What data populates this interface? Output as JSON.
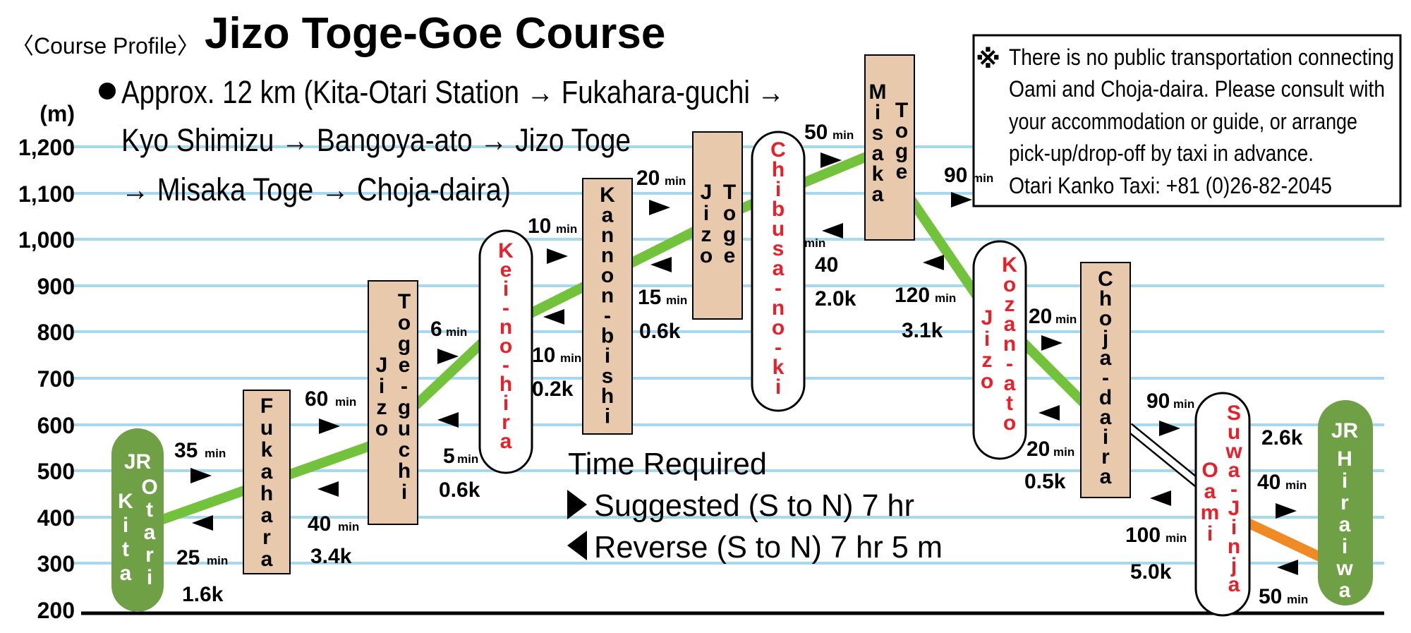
{
  "header": {
    "course_profile": "〈Course Profile〉",
    "title": "Jizo Toge-Goe Course"
  },
  "route_description": [
    "Approx. 12 km (Kita-Otari Station → Fukahara-guchi →",
    "Kyo Shimizu → Bangoya-ato → Jizo Toge",
    "→ Misaka Toge → Choja-daira)"
  ],
  "notice": {
    "symbol": "※",
    "lines": [
      "There is no public transportation connecting",
      "Oami and Choja-daira. Please consult with",
      "your accommodation or guide, or arrange",
      "pick-up/drop-off by taxi in advance.",
      "Otari Kanko Taxi: +81 (0)26-82-2045"
    ]
  },
  "chart_data": {
    "type": "line",
    "ylabel": "(m)",
    "ylim": [
      200,
      1200
    ],
    "yticks": [
      "1,200",
      "1,100",
      "1,000",
      "900",
      "800",
      "700",
      "600",
      "500",
      "400",
      "300",
      "200"
    ],
    "grid": true,
    "series": [
      {
        "points": [
          {
            "stop": "Kita Otari",
            "elevation": 385
          },
          {
            "stop": "Jizo Toge-guchi",
            "elevation": 570
          },
          {
            "stop": "Kei-no-hira",
            "elevation": 850
          },
          {
            "stop": "Jizo Toge",
            "elevation": 1075
          },
          {
            "stop": "Misaka Toge",
            "elevation": 1200
          },
          {
            "stop": "Kozan-ato",
            "elevation": 850
          },
          {
            "stop": "Choja-daira",
            "elevation": 635
          }
        ]
      }
    ],
    "colors": {
      "trail": "#72C23B",
      "road": "#F08A24",
      "grid": "#A6D8F0",
      "brown_box": "#E8C9AC",
      "green_station": "#6FA046",
      "red_text": "#E8202A"
    }
  },
  "stops": {
    "kita_otari": {
      "prefix": "JR",
      "line1": "Kita",
      "line2": "Otari"
    },
    "fukahara": "Fukahara",
    "jizo_toge_guchi": {
      "left": "Jizo",
      "right": "Toge-guchi"
    },
    "kei_no_hira": "Kei-no-hira",
    "kannon_bishi": "Kannon-bishi",
    "jizo_toge": {
      "left": "Jizo",
      "right": "Toge"
    },
    "chibusa_no_ki": "Chibusa-no-ki",
    "misaka_toge": {
      "left": "Misaka",
      "right": "Toge"
    },
    "kozan_ato": {
      "left": "Jizo",
      "right": "Kozan-ato"
    },
    "choja_daira": "Choja-daira",
    "oami": "Oami",
    "suwa_jinja": "Suwa-Jinja",
    "hiraiwa": {
      "prefix": "JR",
      "name": "Hiraiwa"
    }
  },
  "segments": [
    {
      "up": "35",
      "down": "25",
      "dist": "1.6k"
    },
    {
      "up": "60",
      "down": "40",
      "dist": "3.4k"
    },
    {
      "up": "6",
      "down": "5",
      "dist": "0.6k"
    },
    {
      "up": "10",
      "down": "10",
      "dist": "0.2k"
    },
    {
      "up": "20",
      "down": "15",
      "dist": "0.6k"
    },
    {
      "up": "50",
      "down": "40",
      "dist": "2.0k"
    },
    {
      "up": "90",
      "down": "120",
      "dist": "3.1k"
    },
    {
      "up": "20",
      "down": "20",
      "dist": "0.5k"
    },
    {
      "up": "90",
      "down": "100",
      "dist": "5.0k"
    },
    {
      "up": "40",
      "down": "50",
      "dist": "2.6k"
    }
  ],
  "min_unit": "min",
  "time_required": {
    "heading": "Time Required",
    "suggested": "Suggested (S to N) 7 hr",
    "reverse": "Reverse (S to N) 7 hr 5 m"
  }
}
